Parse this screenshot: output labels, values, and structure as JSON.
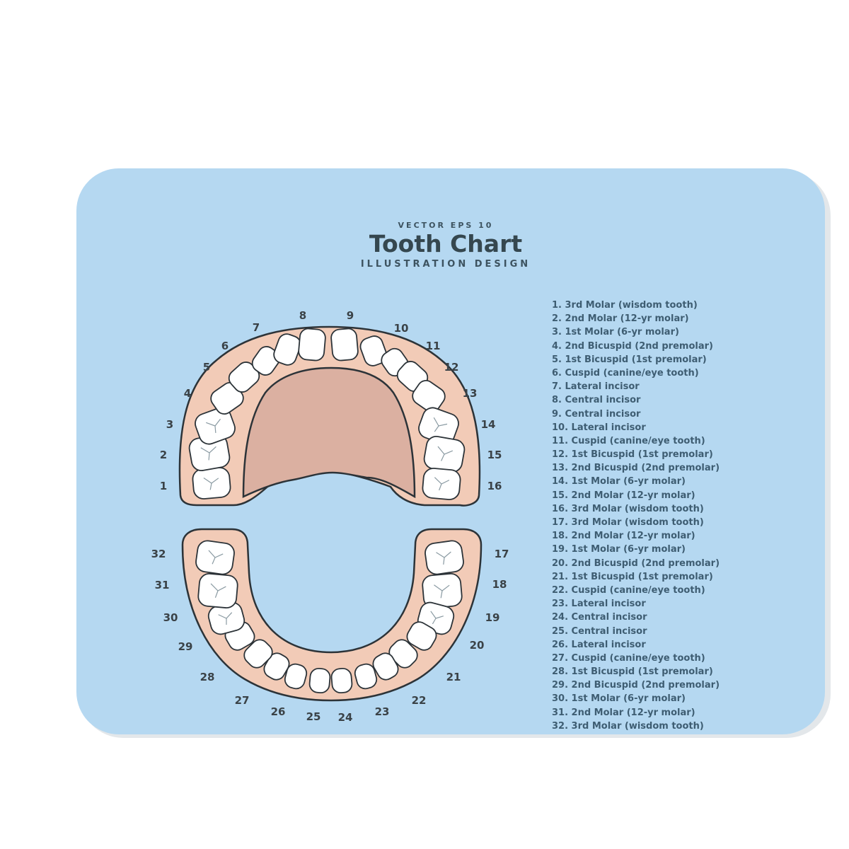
{
  "title": {
    "top": "VECTOR EPS 10",
    "main": "Tooth Chart",
    "sub": "ILLUSTRATION DESIGN"
  },
  "tooth_numbers": [
    "1",
    "2",
    "3",
    "4",
    "5",
    "6",
    "7",
    "8",
    "9",
    "10",
    "11",
    "12",
    "13",
    "14",
    "15",
    "16",
    "17",
    "18",
    "19",
    "20",
    "21",
    "22",
    "23",
    "24",
    "25",
    "26",
    "27",
    "28",
    "29",
    "30",
    "31",
    "32"
  ],
  "legend": [
    "1. 3rd Molar (wisdom tooth)",
    "2. 2nd Molar (12-yr molar)",
    "3. 1st Molar (6-yr molar)",
    "4. 2nd Bicuspid (2nd premolar)",
    "5. 1st Bicuspid (1st premolar)",
    "6. Cuspid (canine/eye tooth)",
    "7. Lateral incisor",
    "8. Central incisor",
    "9. Central incisor",
    "10. Lateral incisor",
    "11. Cuspid (canine/eye tooth)",
    "12. 1st Bicuspid (1st premolar)",
    "13. 2nd Bicuspid (2nd premolar)",
    "14. 1st Molar (6-yr molar)",
    "15. 2nd Molar (12-yr molar)",
    "16. 3rd Molar (wisdom tooth)",
    "17. 3rd Molar (wisdom tooth)",
    "18. 2nd Molar (12-yr molar)",
    "19. 1st Molar (6-yr molar)",
    "20. 2nd Bicuspid (2nd premolar)",
    "21. 1st Bicuspid (1st premolar)",
    "22. Cuspid (canine/eye tooth)",
    "23. Lateral incisor",
    "24. Central incisor",
    "25. Central incisor",
    "26. Lateral incisor",
    "27. Cuspid (canine/eye tooth)",
    "28. 1st Bicuspid (1st premolar)",
    "29. 2nd Bicuspid (2nd premolar)",
    "30. 1st Molar (6-yr molar)",
    "31. 2nd Molar (12-yr molar)",
    "32. 3rd Molar (wisdom tooth)"
  ],
  "colors": {
    "background": "#b5d8f1",
    "gum": "#f2cbb7",
    "palate": "#dbb0a1",
    "tooth": "#ffffff",
    "outline": "#2c3338",
    "text": "#3e5d72"
  }
}
